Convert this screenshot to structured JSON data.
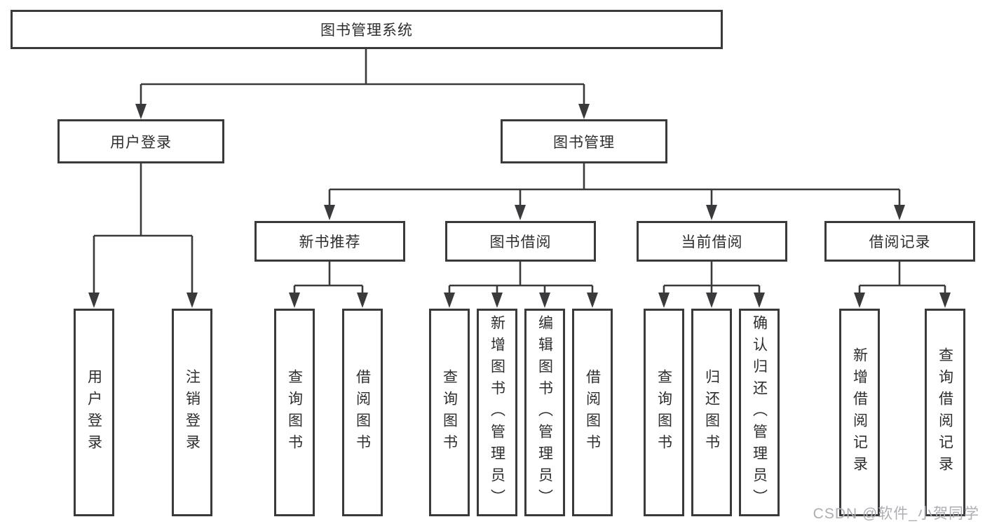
{
  "tree": {
    "root": {
      "label": "图书管理系统"
    },
    "branches": [
      {
        "label": "用户登录",
        "children": [
          {
            "label": "用户登录"
          },
          {
            "label": "注销登录"
          }
        ]
      },
      {
        "label": "图书管理",
        "children": [
          {
            "label": "新书推荐",
            "children": [
              {
                "label": "查询图书"
              },
              {
                "label": "借阅图书"
              }
            ]
          },
          {
            "label": "图书借阅",
            "children": [
              {
                "label": "查询图书"
              },
              {
                "label": "新增图书（管理员）"
              },
              {
                "label": "编辑图书（管理员）"
              },
              {
                "label": "借阅图书"
              }
            ]
          },
          {
            "label": "当前借阅",
            "children": [
              {
                "label": "查询图书"
              },
              {
                "label": "归还图书"
              },
              {
                "label": "确认归还（管理员）"
              }
            ]
          },
          {
            "label": "借阅记录",
            "children": [
              {
                "label": "新增借阅记录"
              },
              {
                "label": "查询借阅记录"
              }
            ]
          }
        ]
      }
    ]
  },
  "watermark": {
    "text": "CSDN @软件_小贺同学"
  },
  "colors": {
    "line": "#3a3a3c",
    "box_fill": "#ffffff",
    "text": "#2e2e30",
    "watermark": "#aeaeb4",
    "background": "#ffffff"
  }
}
